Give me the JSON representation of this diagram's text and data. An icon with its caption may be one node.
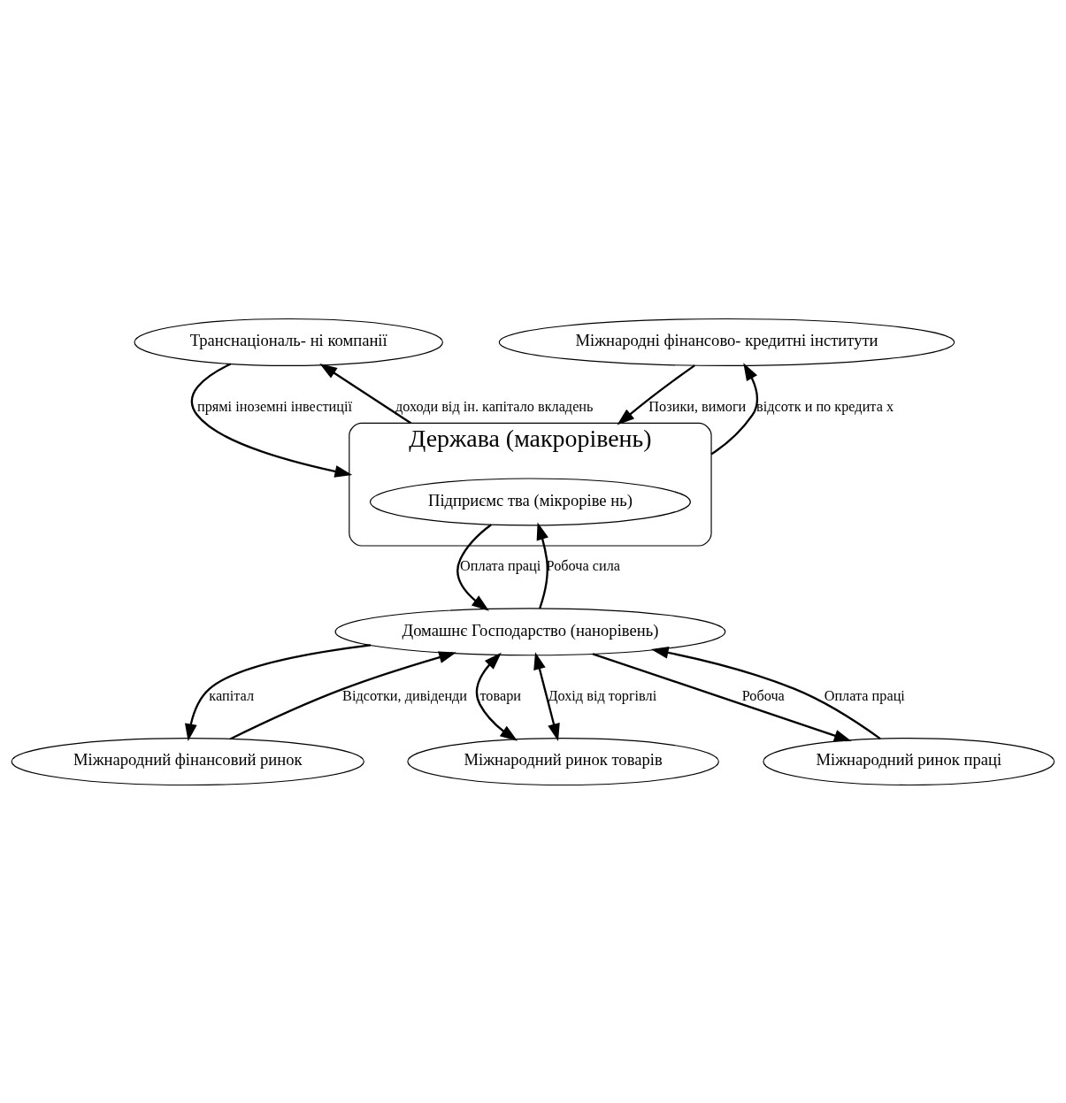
{
  "diagram": {
    "nodes": [
      {
        "text": [
          "Транснаціональ- ні компанії"
        ]
      },
      {
        "text": [
          "Міжнародні фінансово- кредитні інститути"
        ]
      },
      {
        "text": [
          "Держава (макрорівень)"
        ]
      },
      {
        "text": [
          "Підприємс тва (мікроріве нь)"
        ],
        "in": 2
      },
      {
        "text": [
          "Домашнє Господарство (нанорівень)"
        ]
      },
      {
        "text": [
          "Міжнародний фінансовий ринок"
        ]
      },
      {
        "text": [
          "Міжнародний ринок товарів"
        ]
      },
      {
        "text": [
          "Міжнародний ринок праці"
        ]
      }
    ],
    "edges": [
      {
        "from": 0,
        "to": 2,
        "arrow": "to",
        "label": "прямі іноземні інвестиції"
      },
      {
        "from": 2,
        "to": 0,
        "arrow": "to",
        "label": "доходи від ін. капітало вкладень"
      },
      {
        "from": 1,
        "to": 2,
        "arrow": "to",
        "label": "Позики, вимоги"
      },
      {
        "from": 2,
        "to": 1,
        "arrow": "to",
        "label": "відсотк и по кредита х"
      },
      {
        "from": 3,
        "to": 4,
        "arrow": "to",
        "label": "Оплата праці"
      },
      {
        "from": 4,
        "to": 3,
        "arrow": "to",
        "label": "Робоча сила"
      },
      {
        "from": 4,
        "to": 5,
        "arrow": "to",
        "label": "капітал"
      },
      {
        "from": 5,
        "to": 4,
        "arrow": "to",
        "label": "Відсотки, дивіденди"
      },
      {
        "from": 4,
        "to": 6,
        "arrow": "both",
        "label": "товари"
      },
      {
        "from": 4,
        "to": 6,
        "arrow": "both",
        "label": "Дохід від торгівлі"
      },
      {
        "from": 4,
        "to": 7,
        "arrow": "to",
        "label": "Робоча"
      },
      {
        "from": 7,
        "to": 4,
        "arrow": "to",
        "label": "Оплата праці"
      }
    ]
  }
}
